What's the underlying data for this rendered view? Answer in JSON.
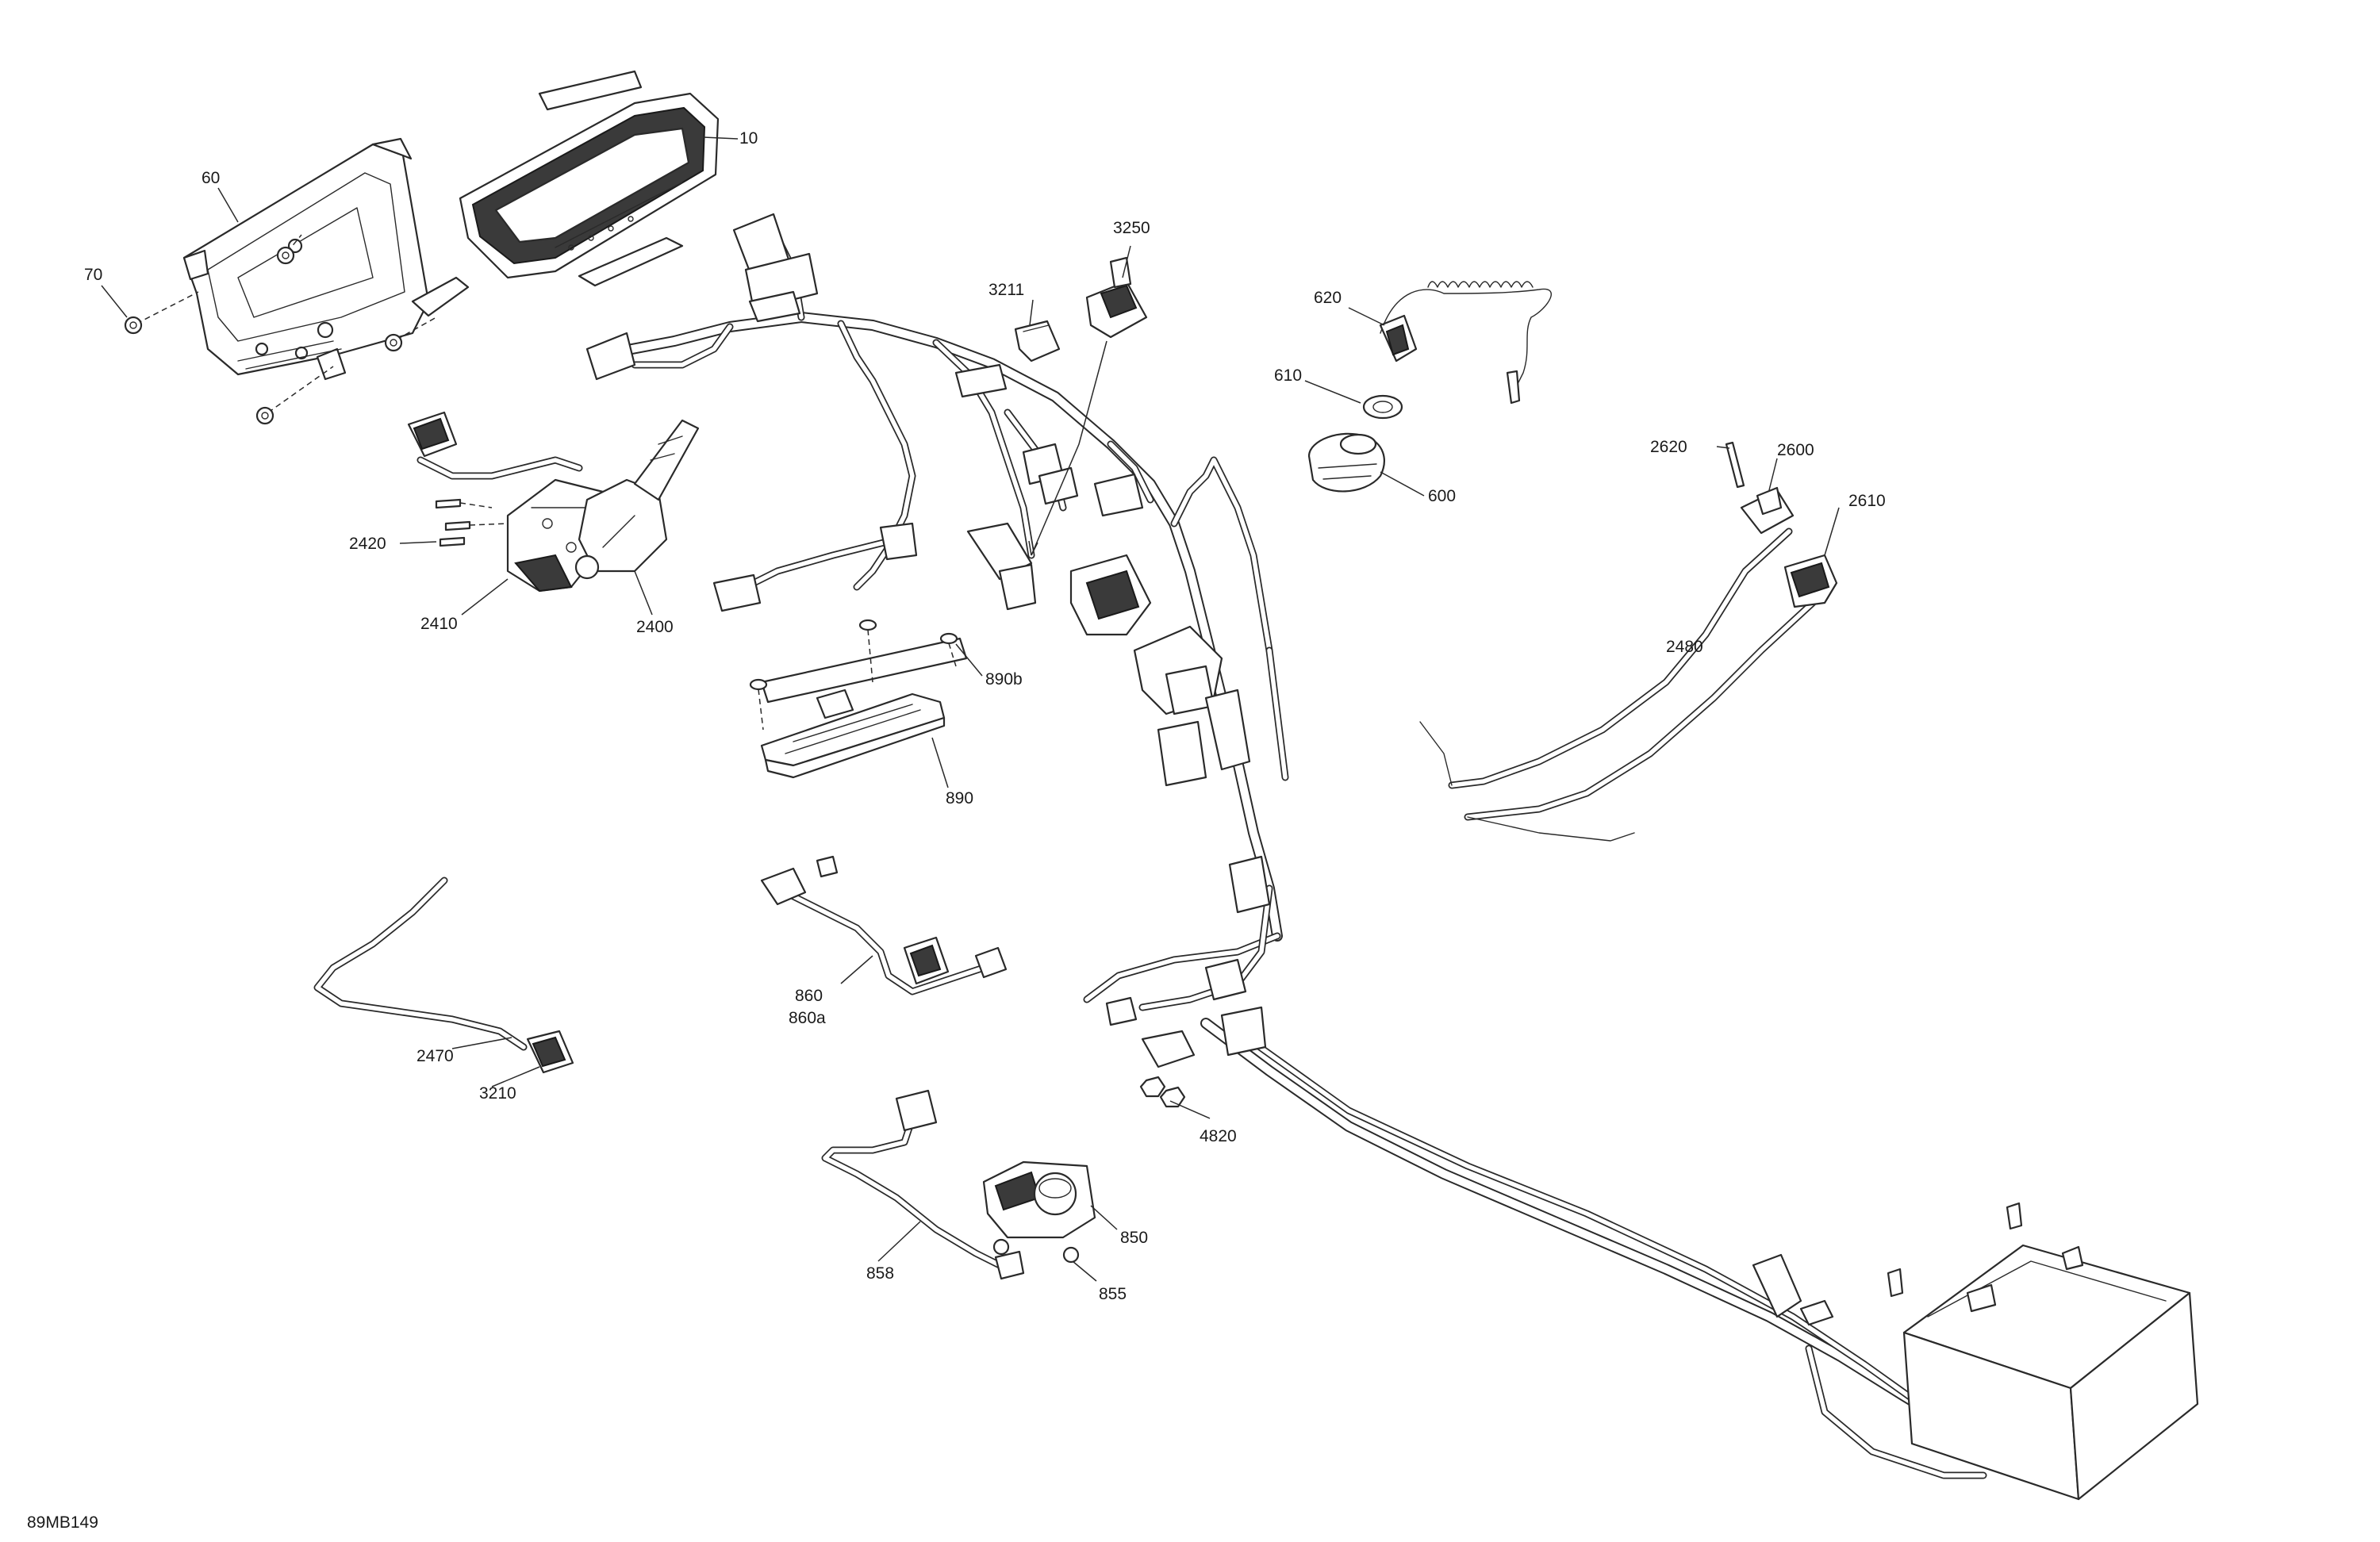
{
  "diagram_code": "89MB149",
  "callouts": {
    "c10": "10",
    "c60": "60",
    "c70": "70",
    "c3250": "3250",
    "c3211": "3211",
    "c620": "620",
    "c610": "610",
    "c600": "600",
    "c2620": "2620",
    "c2600": "2600",
    "c2610": "2610",
    "c2480": "2480",
    "c2420": "2420",
    "c2410": "2410",
    "c2400": "2400",
    "c890b": "890b",
    "c890": "890",
    "c860": "860",
    "c860a": "860a",
    "c2470": "2470",
    "c3210": "3210",
    "c4820": "4820",
    "c850": "850",
    "c855": "855",
    "c858": "858"
  }
}
